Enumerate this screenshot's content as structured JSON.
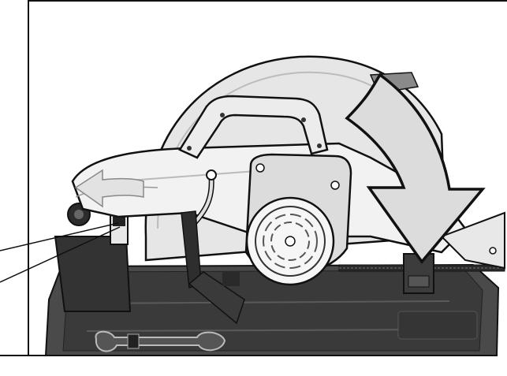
{
  "figure": {
    "background": "#ffffff",
    "frame_color": "#111111",
    "parts": {
      "base": "cut-off-saw-base",
      "blade_guard": "blade-guard",
      "handle": "carry-handle",
      "motor": "motor-housing",
      "vice": "vice-clamp",
      "spindle": "vice-lead-screw",
      "wrench": "spanner-wrench",
      "fence": "vice-fence"
    },
    "arrows": {
      "down": "downward-cut-arrow",
      "release": "release-arrow"
    },
    "callout": "callout-leader-lines",
    "colors": {
      "dark_grey": "#3c3c3c",
      "mid_grey": "#7a7a7a",
      "light_grey": "#d6d6d6",
      "white": "#f4f4f4",
      "outline": "#111111"
    }
  }
}
